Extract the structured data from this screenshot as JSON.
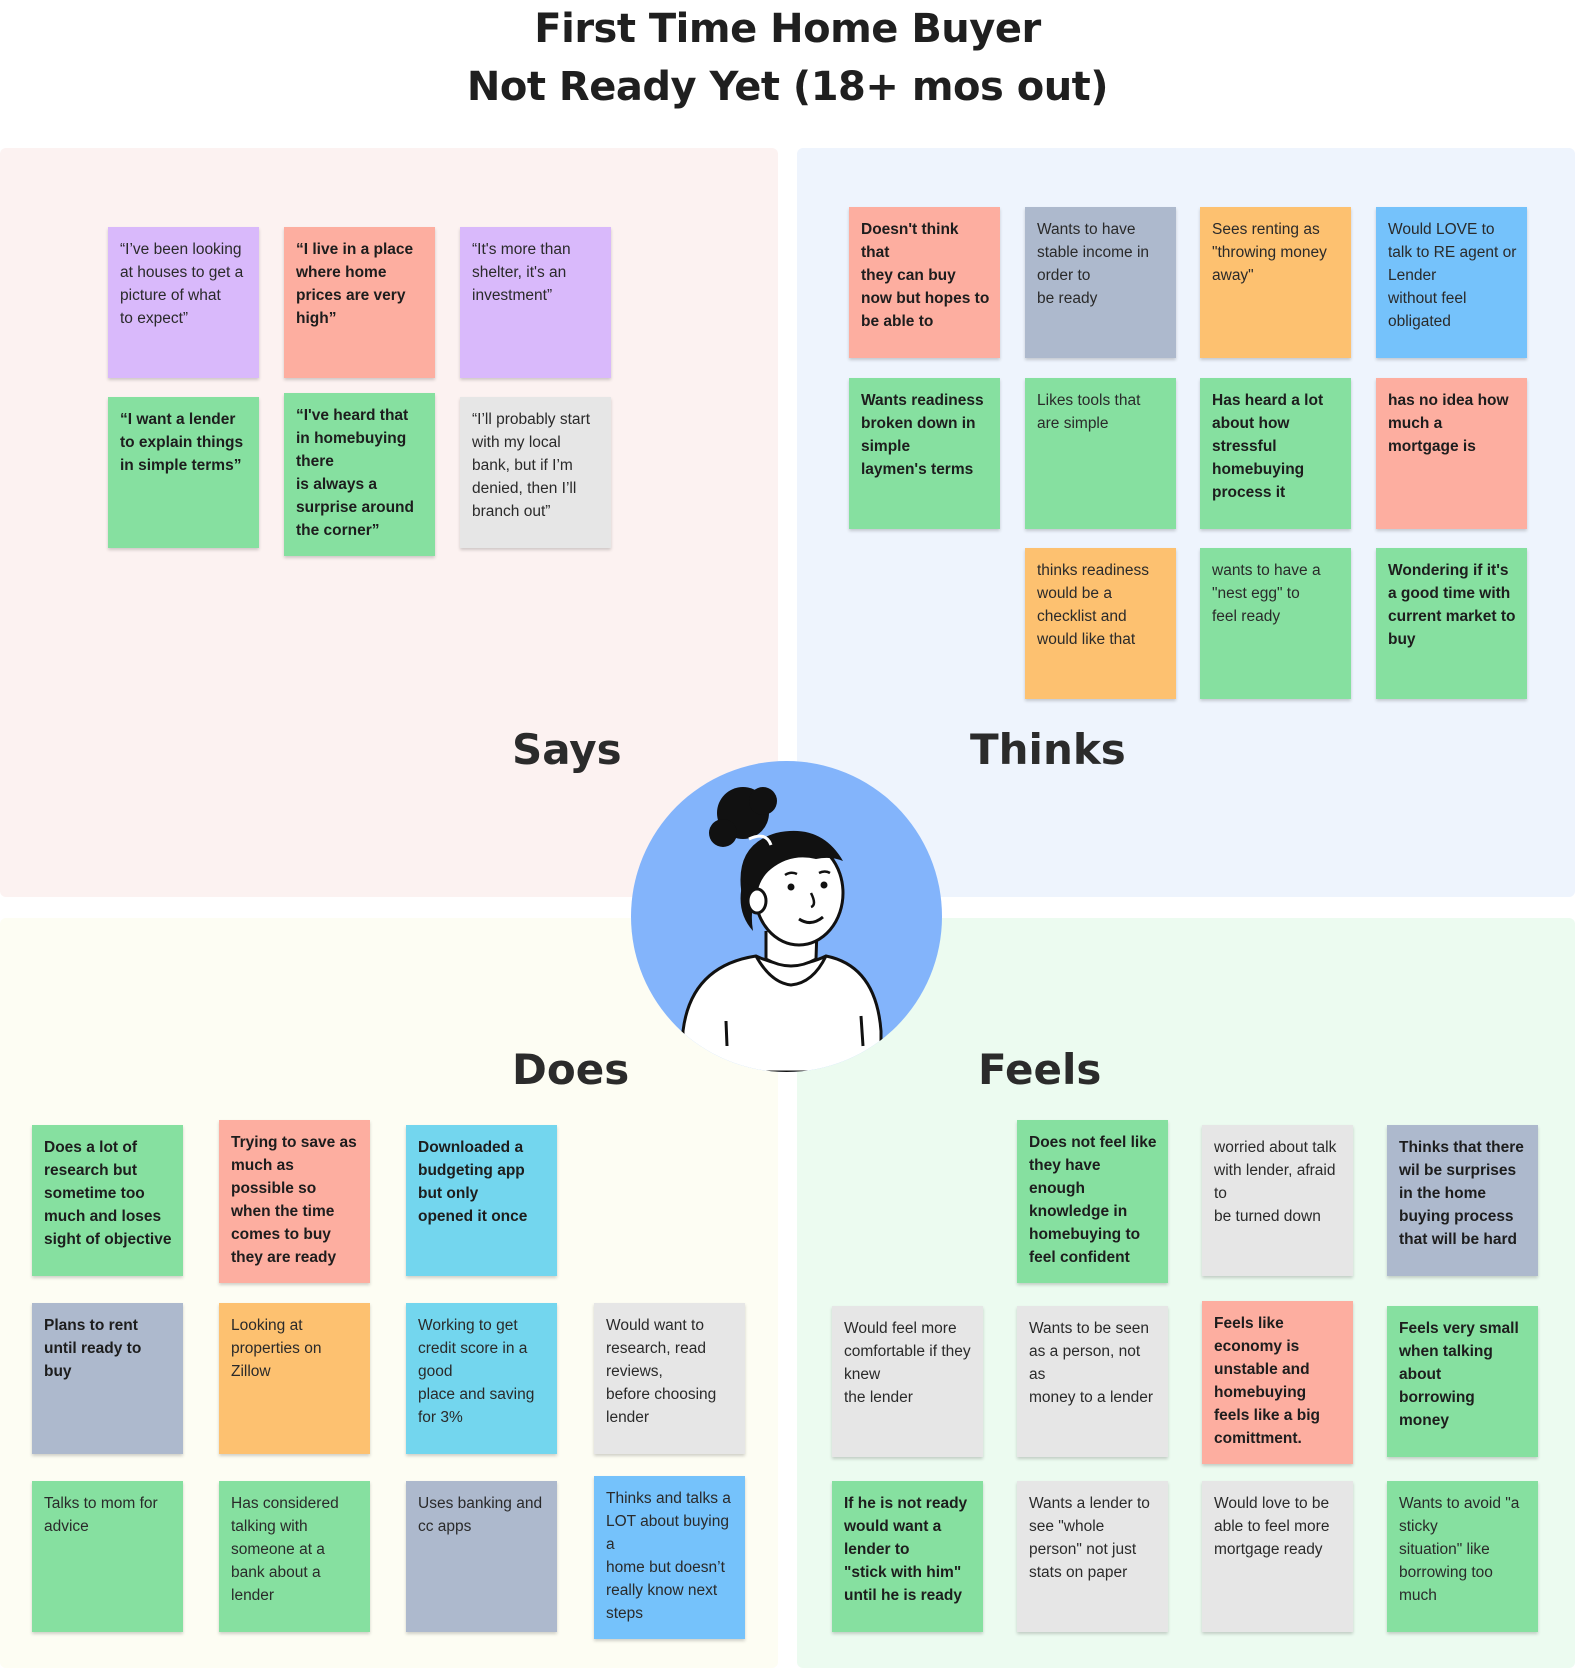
{
  "title": {
    "line1": "First Time Home Buyer",
    "line2": "Not Ready Yet (18+ mos out)"
  },
  "colors": {
    "purple": "#d9b9fb",
    "salmon": "#fdaea0",
    "green": "#86e0a0",
    "grey": "#e6e6e6",
    "slate": "#adb9cd",
    "orange": "#fdc170",
    "blue": "#75c2fb",
    "cyan": "#73d6ee",
    "says_bg": "#fcf2f1",
    "thinks_bg": "#eef4fd",
    "does_bg": "#fdfdf3",
    "feels_bg": "#ecfbf0",
    "avatar_bg": "#83b4fb"
  },
  "quadrants": {
    "says": {
      "label": "Says",
      "notes": [
        "“I’ve been looking at houses to get a picture of what\n  to expect”",
        "“I live in a place where home prices are very\n  high”",
        "“It's more than shelter, it's an\n  investment”",
        "“I want a lender to explain things in simple terms”",
        "“I've heard that in homebuying there\n  is always a surprise around the corner”",
        "“I’ll probably start with my local bank, but if I’m denied, then I’ll branch out”"
      ]
    },
    "thinks": {
      "label": "Thinks",
      "notes": [
        "Doesn't think that\n  they can buy now but hopes to be able to",
        "Wants to have stable income in order to\n  be ready",
        "Sees renting as\n  \"throwing money away\"",
        "Would LOVE to talk to RE agent or Lender\n  without feel obligated",
        "Wants readiness broken down in simple\n  laymen's terms",
        "Likes tools that are simple",
        "Has heard a lot about how stressful\n  homebuying process it",
        "has no idea how much a mortgage is",
        "thinks readiness would be a checklist and\n  would like that",
        "wants to have a \"nest egg\" to\n  feel ready",
        "Wondering if it's\n  a good time with\n  current market to buy"
      ]
    },
    "does": {
      "label": "Does",
      "notes": [
        "Does a lot of research but sometime too\n  much and loses sight of objective",
        "Trying to save as much as possible so\n  when the time comes to buy they are ready",
        "Downloaded a budgeting app but only\n  opened it once",
        "Plans to rent until ready to buy",
        "Looking at properties on Zillow",
        "Working to get credit score in a good\n  place and saving for 3%",
        "Would want to research, read reviews,\n  before choosing lender",
        "Talks to mom for advice",
        "Has considered talking with someone at a\n  bank about a lender",
        "Uses banking and cc apps",
        "Thinks and talks a LOT about buying a\n  home but doesn’t really know next steps"
      ]
    },
    "feels": {
      "label": "Feels",
      "notes": [
        "Does not feel like they have enough\n  knowledge in homebuying to feel confident",
        "worried about talk with lender, afraid to\n  be turned down",
        "Thinks that there\n  wil be surprises in the home buying process that will be hard",
        "Would feel more comfortable if they knew\n  the lender",
        "Wants to be seen as a person, not as\n  money to a lender",
        "Feels like economy is unstable and\n  homebuying feels like a big comittment.",
        "Feels very small when talking about\n  borrowing money",
        "If he is not ready would want a lender to\n  \"stick with him\" until he is ready",
        "Wants a lender to see \"whole\n  person\" not just stats on paper",
        "Would love to be able to feel more\n  mortgage ready",
        "Wants to avoid \"a sticky\n  situation\" like borrowing too much"
      ]
    }
  },
  "avatar": {
    "icon": "person-illustration"
  }
}
